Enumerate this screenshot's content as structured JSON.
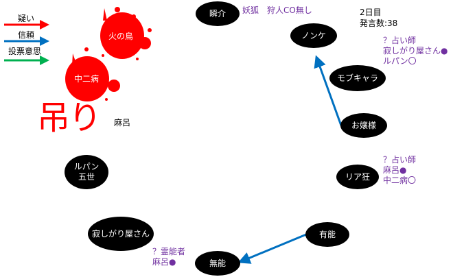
{
  "legend": [
    {
      "label": "疑い",
      "color": "#ff0000"
    },
    {
      "label": "信頼",
      "color": "#0070c0"
    },
    {
      "label": "投票意思",
      "color": "#00b050"
    }
  ],
  "info": {
    "day": "2日目",
    "posts": "発言数:38"
  },
  "hanged_label": "吊り",
  "nodes": {
    "shunsuke": "瞬介",
    "nonke": "ノンケ",
    "mob": "モブキャラ",
    "ojou": "お嬢様",
    "riakyou": "リア狂",
    "yuunou": "有能",
    "munou": "無能",
    "sabishi": "寂しがり屋さん",
    "lupin1": "ルパン",
    "lupin2": "五世",
    "maro": "麻呂",
    "chuuni": "中二病",
    "hinotori": "火の鳥"
  },
  "notes": {
    "shunsuke": "妖狐　狩人CO無し",
    "mob": "？占い師\n寂しがり屋さん●\nルパン〇",
    "riakyou": "？占い師\n麻呂●\n中二病〇",
    "munou": "？霊能者\n麻呂●"
  },
  "colors": {
    "note": "#7030a0",
    "trust": "#0070c0",
    "dead": "#ff0000"
  }
}
